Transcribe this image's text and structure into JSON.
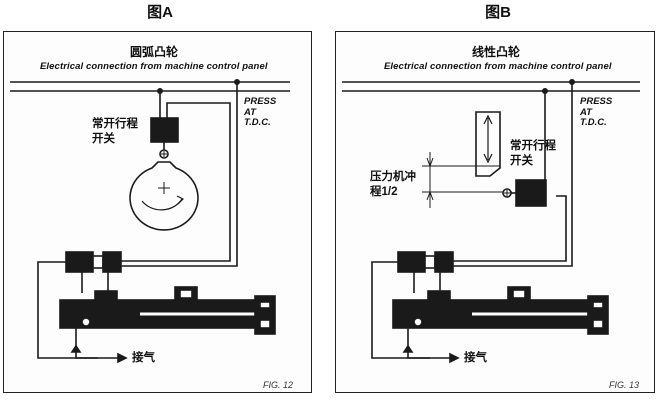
{
  "figure_a": {
    "heading": "图A",
    "cam_title": "圆弧凸轮",
    "connection_caption": "Electrical connection from machine control panel",
    "press_label": [
      "PRESS",
      "AT",
      "T.D.C."
    ],
    "switch_label": [
      "常开行程",
      "开关"
    ],
    "air_label": "接气",
    "fig_number": "FIG. 12"
  },
  "figure_b": {
    "heading": "图B",
    "cam_title": "线性凸轮",
    "connection_caption": "Electrical connection from machine control panel",
    "press_label": [
      "PRESS",
      "AT",
      "T.D.C."
    ],
    "switch_label": [
      "常开行程",
      "开关"
    ],
    "stroke_label": [
      "压力机冲",
      "程1/2"
    ],
    "air_label": "接气",
    "fig_number": "FIG. 13"
  },
  "colors": {
    "ink": "#1a1a1a",
    "panel_border": "#222222"
  }
}
